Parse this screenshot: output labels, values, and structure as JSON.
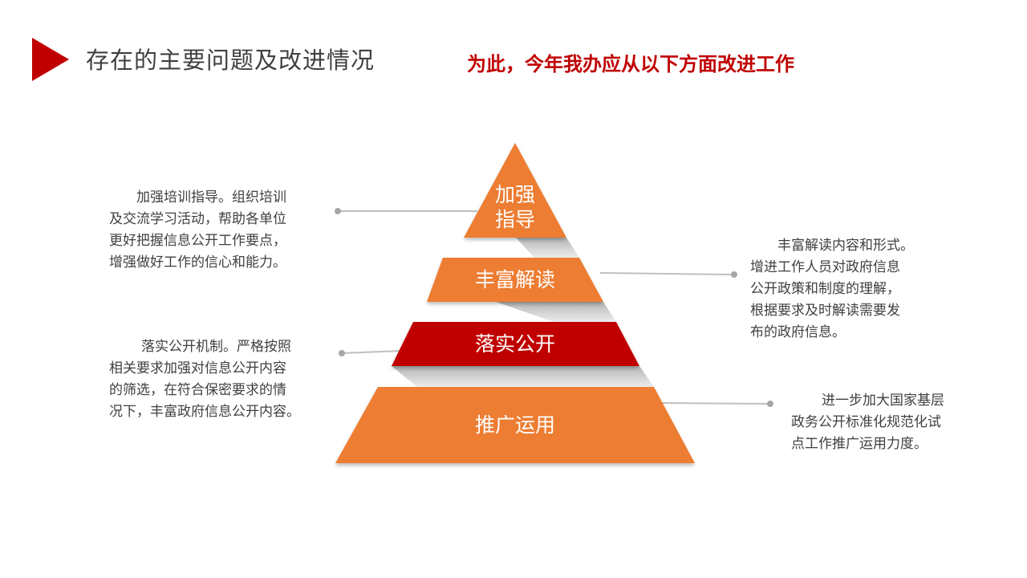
{
  "header": {
    "title": "存在的主要问题及改进情况",
    "subtitle": "为此，今年我办应从以下方面改进工作"
  },
  "colors": {
    "accent": "#c00000",
    "pyramid_orange": "#ed7d31",
    "pyramid_red": "#c00000",
    "connector_gray": "#bfbfbf",
    "text": "#404040"
  },
  "pyramid": {
    "levels": [
      {
        "label_line1": "加强",
        "label_line2": "指导"
      },
      {
        "label": "丰富解读"
      },
      {
        "label": "落实公开"
      },
      {
        "label": "推广运用"
      }
    ]
  },
  "descriptions": {
    "training": {
      "lines": [
        "加强培训指导。组织培训",
        "及交流学习活动，帮助各单位",
        "更好把握信息公开工作要点，",
        "增强做好工作的信心和能力。"
      ]
    },
    "interpretation": {
      "lines": [
        "丰富解读内容和形式。",
        "增进工作人员对政府信息",
        "公开政策和制度的理解，",
        "根据要求及时解读需要发",
        "布的政府信息。"
      ]
    },
    "disclosure": {
      "lines": [
        "落实公开机制。严格按照",
        "相关要求加强对信息公开内容",
        "的筛选，在符合保密要求的情",
        "况下，丰富政府信息公开内容。"
      ]
    },
    "promotion": {
      "lines": [
        "进一步加大国家基层",
        "政务公开标准化规范化试",
        "点工作推广运用力度。"
      ]
    }
  }
}
